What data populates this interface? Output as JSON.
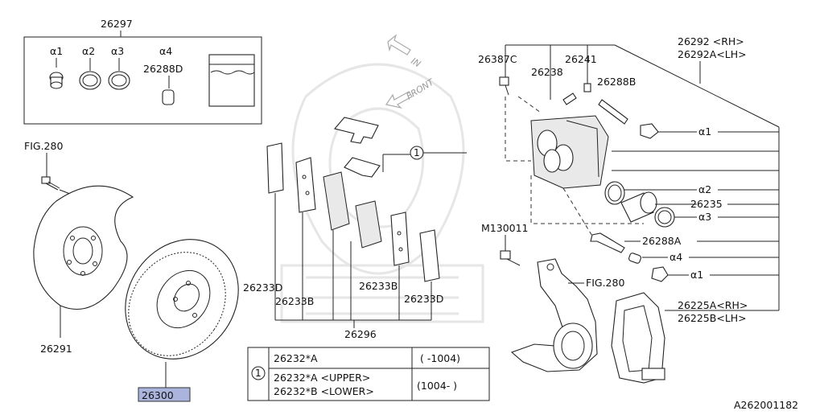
{
  "diagram_id": "A262001182",
  "direction_labels": {
    "in": "IN",
    "front": "FRONT"
  },
  "kit": {
    "number": "26297",
    "items": [
      "α1",
      "α2",
      "α3",
      "α4"
    ],
    "part": "26288D"
  },
  "parts": {
    "fig280_top": "FIG.280",
    "p26291": "26291",
    "p26300": "26300",
    "p26296": "26296",
    "p26233D_a": "26233D",
    "p26233B_a": "26233B",
    "p26233B_b": "26233B",
    "p26233D_b": "26233D",
    "p26387C": "26387C",
    "p26241": "26241",
    "p26238": "26238",
    "p26288B": "26288B",
    "p26292_rh": "26292 <RH>",
    "p26292a_lh": "26292A<LH>",
    "p26235": "26235",
    "p26288A": "26288A",
    "m130011": "M130011",
    "fig280_knuckle": "FIG.280",
    "p26225a_rh": "26225A<RH>",
    "p26225b_lh": "26225B<LH>",
    "a1_right": "α1",
    "a2_right": "α2",
    "a3_right": "α3",
    "a4_right": "α4",
    "a1_bottom": "α1",
    "callout_1": "1"
  },
  "table": {
    "ref": "1",
    "rows": [
      {
        "part": "26232*A",
        "date": "( -1004)"
      },
      {
        "part": "26232*A <UPPER>\n26232*B <LOWER>",
        "date": "(1004- )"
      }
    ],
    "row1_part": "26232*A",
    "row1_date": "( -1004)",
    "row2_line1": "26232*A <UPPER>",
    "row2_line2": "26232*B <LOWER>",
    "row2_date": "(1004- )"
  },
  "colors": {
    "highlight": "#aab4dd",
    "line": "#222222"
  }
}
